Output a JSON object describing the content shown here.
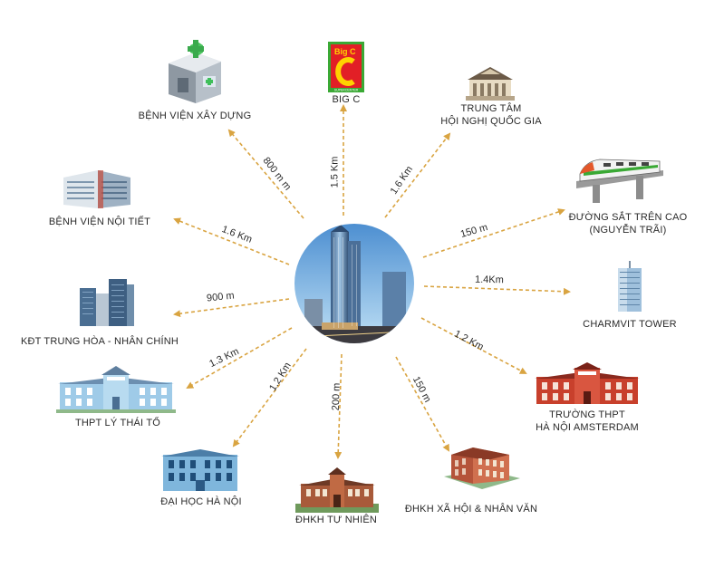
{
  "center": {
    "image": "tower-photo"
  },
  "places": [
    {
      "id": "benh-vien-xay-dung",
      "label": [
        "BỆNH VIỆN XÂY DỰNG"
      ],
      "distance": "800 m m",
      "icon": "hospital-icon"
    },
    {
      "id": "big-c",
      "label": [
        "BIG C"
      ],
      "distance": "1.5 Km",
      "icon": "bigc-logo",
      "logo_text": "Big C",
      "logo_sub": "SUPERCENTER"
    },
    {
      "id": "trung-tam-hoi-nghi",
      "label": [
        "TRUNG TÂM",
        "HỘI NGHỊ QUỐC GIA"
      ],
      "distance": "1.6 Km",
      "icon": "convention-center-icon"
    },
    {
      "id": "benh-vien-noi-tiet",
      "label": [
        "BỆNH VIỆN NỘI TIẾT"
      ],
      "distance": "1.6 Km",
      "icon": "hospital-building-icon"
    },
    {
      "id": "duong-sat-tren-cao",
      "label": [
        "ĐƯỜNG SẮT TRÊN CAO",
        "(NGUYỄN TRÃI)"
      ],
      "distance": "150 m",
      "icon": "metro-train-icon"
    },
    {
      "id": "kdt-trung-hoa",
      "label": [
        "KĐT TRUNG HÒA - NHÂN CHÍNH"
      ],
      "distance": "900 m",
      "icon": "urban-towers-icon"
    },
    {
      "id": "charmvit-tower",
      "label": [
        "CHARMVIT TOWER"
      ],
      "distance": "1.4Km",
      "icon": "skyscraper-icon"
    },
    {
      "id": "thpt-ly-thai-to",
      "label": [
        "THPT LÝ THÁI TỔ"
      ],
      "distance": "1.3 Km",
      "icon": "school-blue-icon"
    },
    {
      "id": "truong-thpt-amsterdam",
      "label": [
        "TRƯỜNG THPT",
        "HÀ NỘI AMSTERDAM"
      ],
      "distance": "1.2 Km",
      "icon": "school-red-icon"
    },
    {
      "id": "dai-hoc-ha-noi",
      "label": [
        "ĐẠI HỌC HÀ NỘI"
      ],
      "distance": "1.2 Km",
      "icon": "university-blue-icon"
    },
    {
      "id": "dhkh-tu-nhien",
      "label": [
        "ĐHKH TỰ NHIÊN"
      ],
      "distance": "200 m",
      "icon": "university-brick-icon"
    },
    {
      "id": "dhkh-xa-hoi",
      "label": [
        "ĐHKH XÃ HỘI & NHÂN VĂN"
      ],
      "distance": "150 m",
      "icon": "university-red-icon"
    }
  ],
  "colors": {
    "arrow": "#d9a441",
    "text": "#2a2a2a",
    "sky": "#7fb3e0",
    "bigc_red": "#e21f26",
    "bigc_green": "#3aa935",
    "school_blue": "#7fb6dc",
    "school_red": "#c8402c"
  }
}
